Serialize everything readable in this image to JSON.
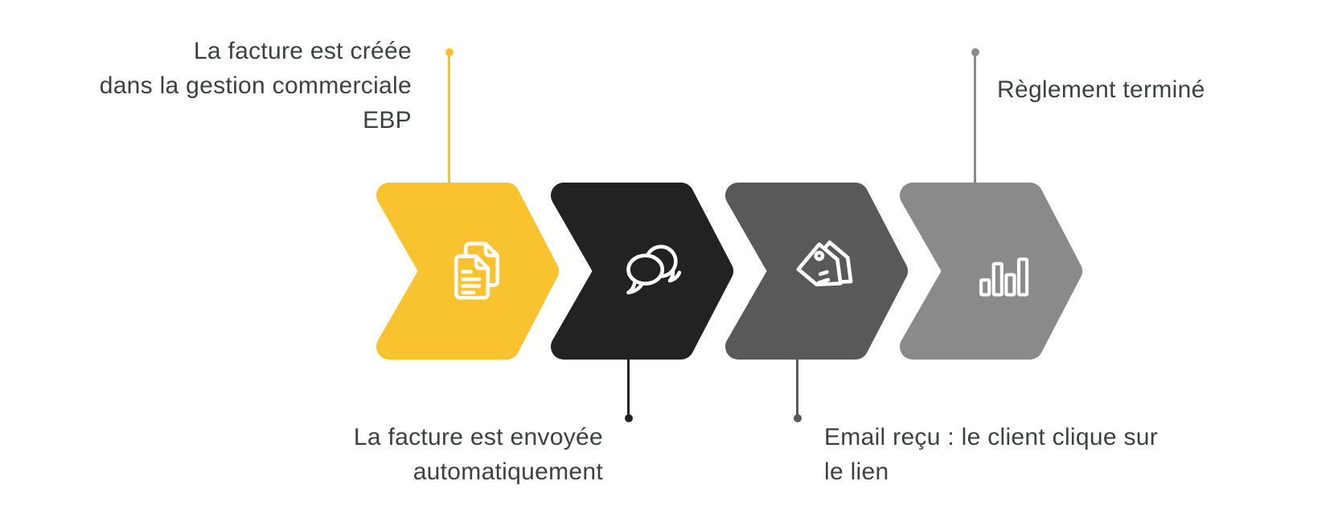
{
  "diagram": {
    "type": "process-flow",
    "background": "#FFFFFF",
    "text_color": "#3E3F43",
    "steps": [
      {
        "name": "invoice-created",
        "color": "#F9C32F",
        "icon": "documents-icon",
        "label_lines": [
          "La facture est créée",
          "dans la gestion commerciale",
          "EBP"
        ],
        "label_position": "top"
      },
      {
        "name": "invoice-sent",
        "color": "#222222",
        "icon": "chat-bubbles-icon",
        "label_lines": [
          "La facture est envoyée",
          "automatiquement"
        ],
        "label_position": "bottom"
      },
      {
        "name": "email-link-clicked",
        "color": "#595959",
        "icon": "price-tags-icon",
        "label_lines": [
          "Email reçu : le client clique sur",
          "le lien"
        ],
        "label_position": "bottom"
      },
      {
        "name": "payment-complete",
        "color": "#8A8A8A",
        "icon": "bar-chart-icon",
        "label_lines": [
          "Règlement terminé"
        ],
        "label_position": "top"
      }
    ]
  }
}
